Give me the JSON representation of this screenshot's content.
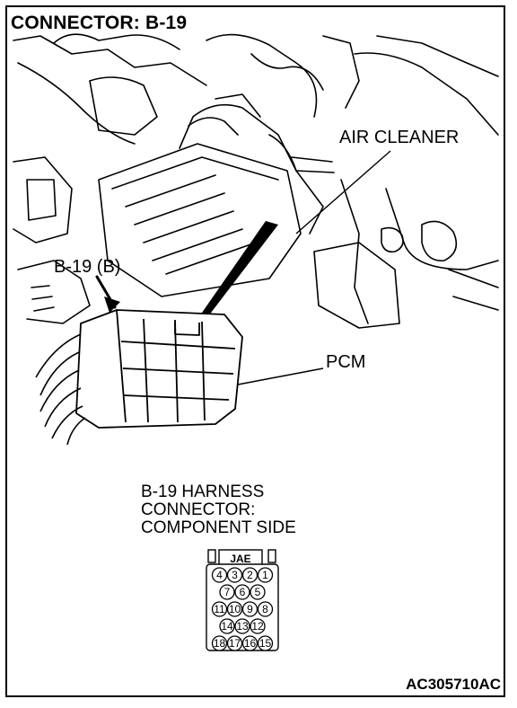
{
  "title": "CONNECTOR: B-19",
  "labels": {
    "air_cleaner": "AIR CLEANER",
    "b19b": "B-19 (B)",
    "pcm": "PCM"
  },
  "harness": {
    "line1": "B-19 HARNESS",
    "line2": "CONNECTOR:",
    "line3": "COMPONENT SIDE"
  },
  "connector": {
    "maker": "JAE",
    "rows": [
      [
        "4",
        "3",
        "2",
        "1"
      ],
      [
        "7",
        "6",
        "5"
      ],
      [
        "11",
        "10",
        "9",
        "8"
      ],
      [
        "14",
        "13",
        "12"
      ],
      [
        "18",
        "17",
        "16",
        "15"
      ]
    ]
  },
  "figure_code": "AC305710AC"
}
